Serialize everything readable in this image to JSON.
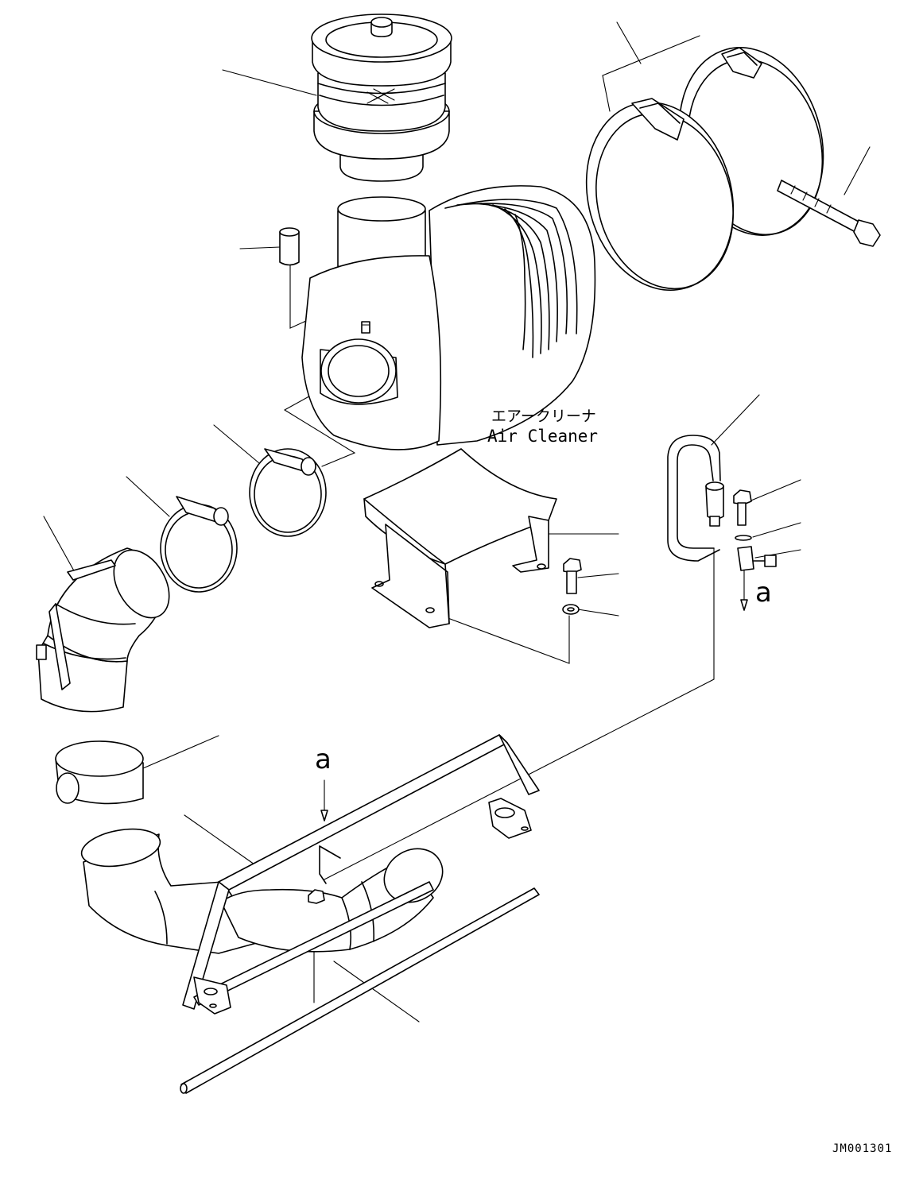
{
  "labels": {
    "air_cleaner_jp": "エアークリーナ",
    "air_cleaner_en": "Air Cleaner",
    "detail_marker": "a",
    "drawing_code": "JM001301"
  }
}
